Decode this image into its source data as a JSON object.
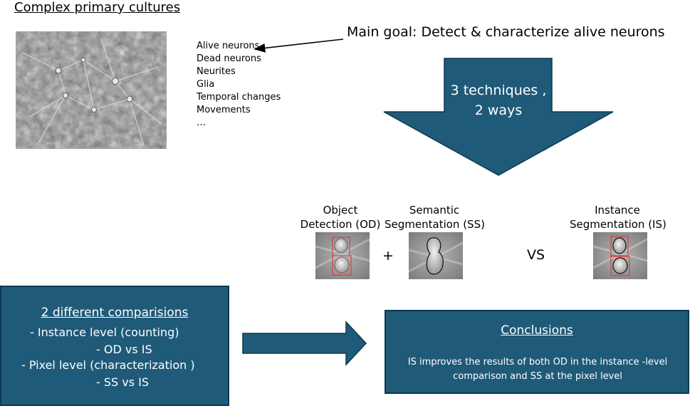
{
  "title": "Complex primary cultures",
  "main_goal": "Main goal: Detect & characterize  alive neurons",
  "features": [
    "Alive neurons",
    "Dead neurons",
    "Neurites",
    "Glia",
    "Temporal changes",
    "Movements",
    "…"
  ],
  "techniques_arrow": {
    "line1": "3 techniques ,",
    "line2": "2 ways"
  },
  "techniques": {
    "od": {
      "line1": "Object",
      "line2": "Detection  (OD)"
    },
    "ss": {
      "line1": "Semantic",
      "line2": "Segmentation  (SS)"
    },
    "is": {
      "line1": "Instance",
      "line2": "Segmentation (IS)"
    }
  },
  "plus": "+",
  "vs": "VS",
  "comparisons": {
    "title": "2 different comparisions",
    "lines": [
      "-    Instance  level (counting)",
      "-     OD vs IS",
      "-    Pixel level (characterization )",
      "-     SS vs IS"
    ]
  },
  "conclusions": {
    "title": "Conclusions",
    "body": "IS improves the results of both OD in the instance  -level comparison and SS at the pixel level"
  },
  "colors": {
    "box_fill": "#1f5a78",
    "box_border": "#0c3a52",
    "bbox_red": "#e03030"
  }
}
